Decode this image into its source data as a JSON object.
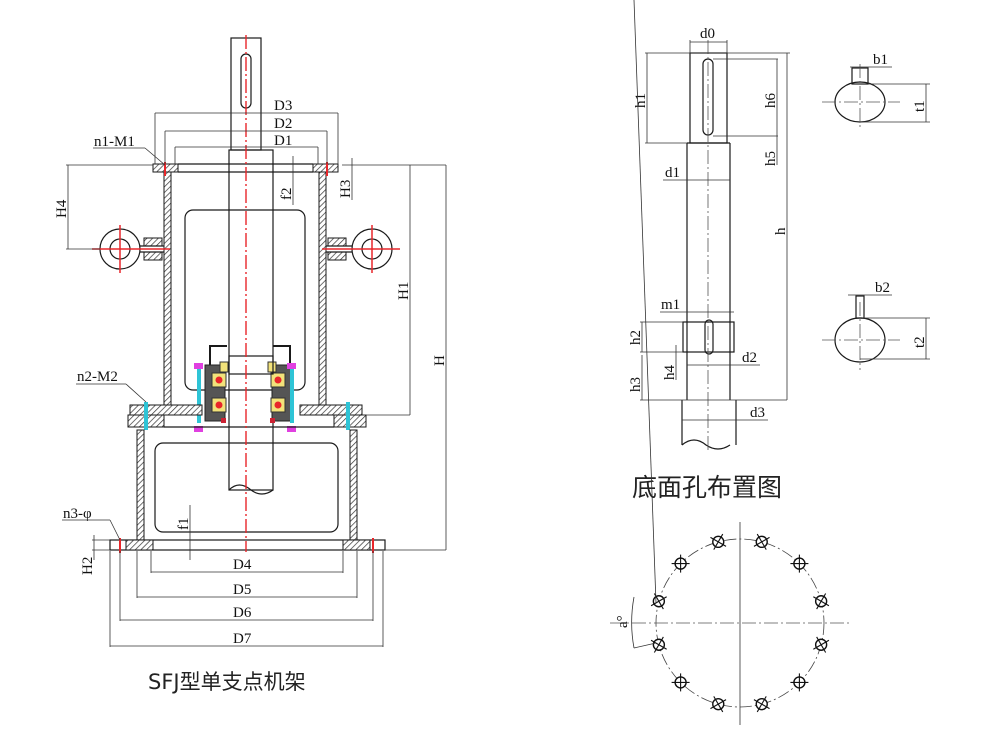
{
  "left_figure": {
    "caption": "SFJ型单支点机架",
    "callouts": {
      "n1_m1": "n1-M1",
      "n2_m2": "n2-M2",
      "n3_phi": "n3-φ"
    },
    "diameters": {
      "D1": "D1",
      "D2": "D2",
      "D3": "D3",
      "D4": "D4",
      "D5": "D5",
      "D6": "D6",
      "D7": "D7"
    },
    "heights": {
      "H": "H",
      "H1": "H1",
      "H2": "H2",
      "H3": "H3",
      "H4": "H4",
      "f1": "f1",
      "f2": "f2"
    }
  },
  "shaft_figure": {
    "labels": {
      "d0": "d0",
      "d1": "d1",
      "d2": "d2",
      "d3": "d3",
      "h": "h",
      "h1": "h1",
      "h2": "h2",
      "h3": "h3",
      "h4": "h4",
      "h5": "h5",
      "h6": "h6",
      "m1": "m1"
    }
  },
  "key_sections": {
    "upper": {
      "width_label": "b1",
      "depth_label": "t1"
    },
    "lower": {
      "width_label": "b2",
      "depth_label": "t2"
    }
  },
  "hole_layout": {
    "caption": "底面孔布置图",
    "angle_label": "a°",
    "hole_count": 12
  },
  "colors": {
    "line": "#1a1a1a",
    "centerline": "#e8262a",
    "bolt_cyan": "#2ec4d6",
    "nut_magenta": "#e040e0",
    "bearing_yellow": "#f2e27a"
  }
}
